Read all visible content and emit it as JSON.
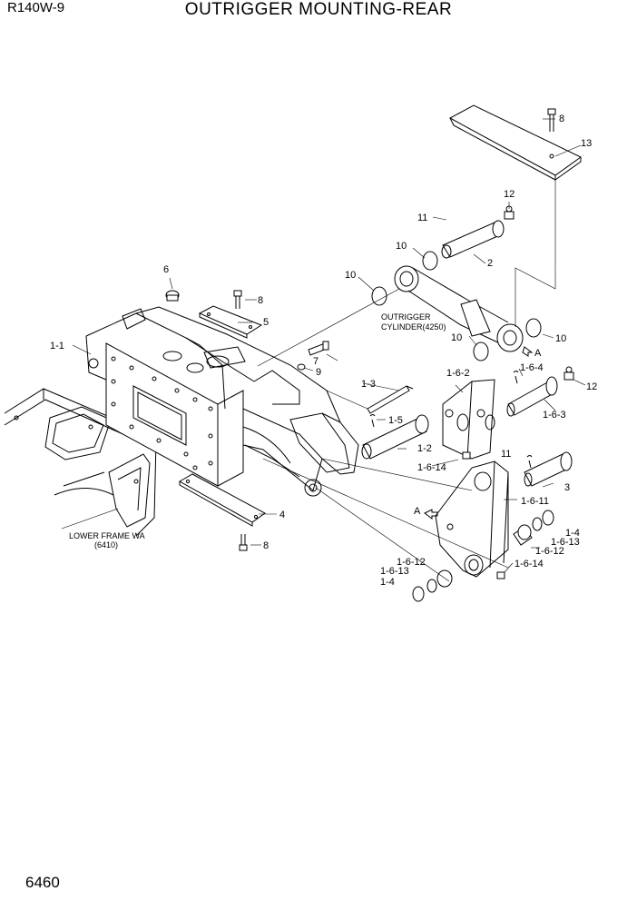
{
  "header": {
    "model": "R140W-9",
    "title": "OUTRIGGER MOUNTING-REAR"
  },
  "page_number": "6460",
  "callouts": {
    "c1_1": "1-1",
    "c1_2": "1-2",
    "c1_3": "1-3",
    "c1_4a": "1-4",
    "c1_4b": "1-4",
    "c1_5": "1-5",
    "c1_6_2": "1-6-2",
    "c1_6_3": "1-6-3",
    "c1_6_4": "1-6-4",
    "c1_6_11": "1-6-11",
    "c1_6_12a": "1-6-12",
    "c1_6_12b": "1-6-12",
    "c1_6_13a": "1-6-13",
    "c1_6_13b": "1-6-13",
    "c1_6_14a": "1-6-14",
    "c1_6_14b": "1-6-14",
    "c2": "2",
    "c3": "3",
    "c4": "4",
    "c5": "5",
    "c6": "6",
    "c7": "7",
    "c8a": "8",
    "c8b": "8",
    "c8c": "8",
    "c9": "9",
    "c10a": "10",
    "c10b": "10",
    "c10c": "10",
    "c10d": "10",
    "c11a": "11",
    "c11b": "11",
    "c12a": "12",
    "c12b": "12",
    "c13": "13",
    "view_a1": "A",
    "view_a2": "A"
  },
  "notes": {
    "cylinder_line1": "OUTRIGGER",
    "cylinder_line2": "CYLINDER(4250)",
    "frame_line1": "LOWER FRAME WA",
    "frame_line2": "(6410)"
  }
}
